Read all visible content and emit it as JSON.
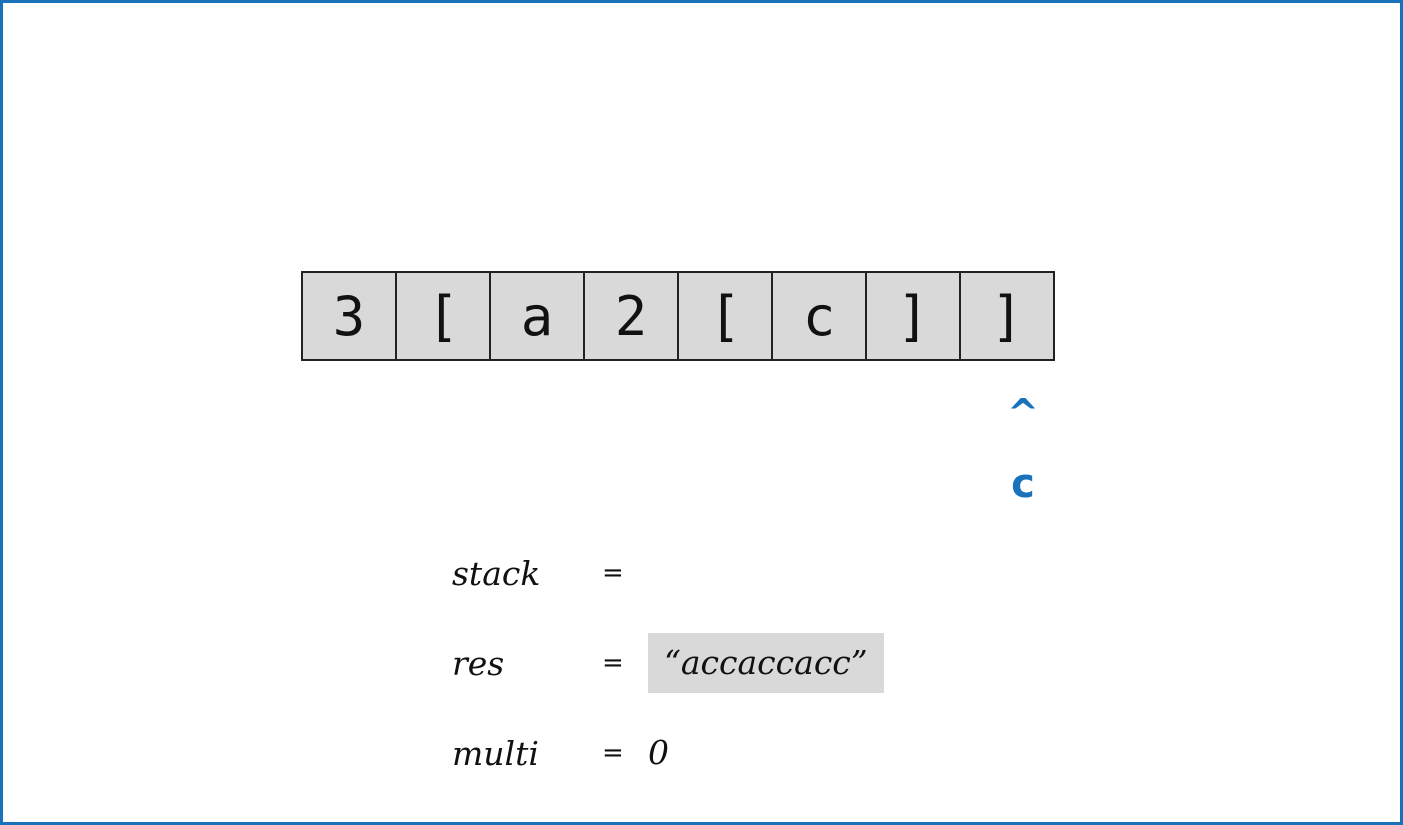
{
  "cells": [
    "3",
    "[",
    "a",
    "2",
    "[",
    "c",
    "]",
    "]"
  ],
  "pointer": {
    "caret": "^",
    "label": "c",
    "index": 7
  },
  "variables": {
    "stack": {
      "name": "stack",
      "eq": "=",
      "value": ""
    },
    "res": {
      "name": "res",
      "eq": "=",
      "value": "“accaccacc”"
    },
    "multi": {
      "name": "multi",
      "eq": "=",
      "value": "0"
    }
  },
  "colors": {
    "frame": "#1a72bb",
    "pointer": "#1a72bb",
    "cell_fill": "#d9d9d9",
    "value_box": "#d9d9d9"
  }
}
